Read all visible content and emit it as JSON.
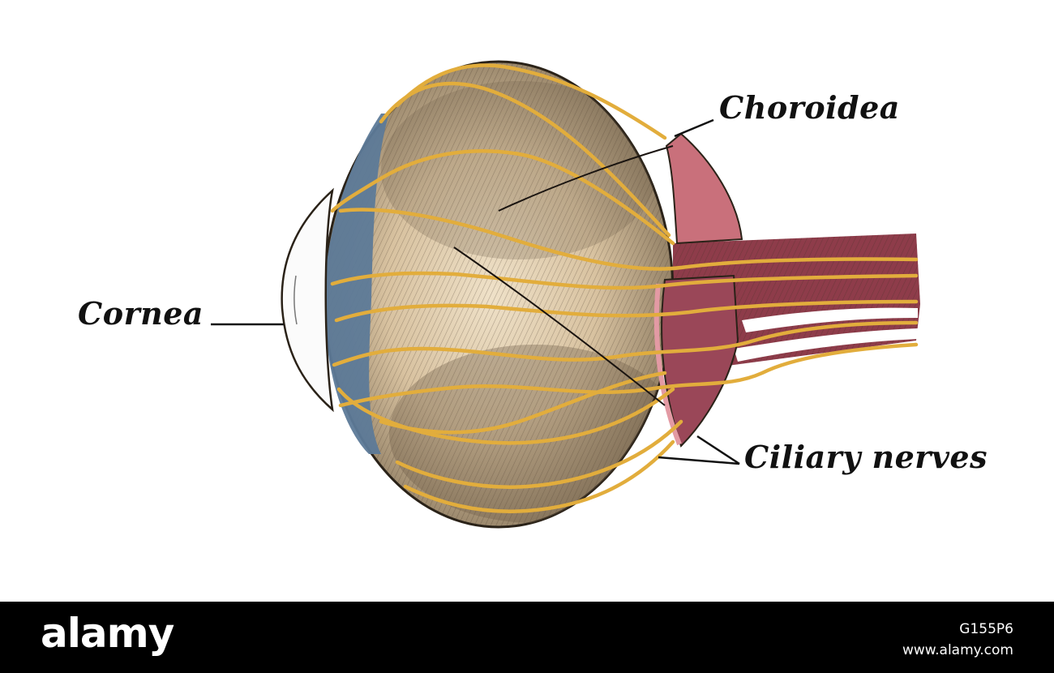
{
  "labels": {
    "cornea": "Cornea",
    "choroidea": "Choroidea",
    "ciliary_nerves": "Ciliary nerves"
  },
  "watermark": {
    "brand": "alamy",
    "image_id": "G155P6",
    "site": "www.alamy.com"
  },
  "colors": {
    "background": "#ffffff",
    "sclera_tan": "#e6d2b3",
    "cornea_blue": "#5d7a98",
    "choroid_pink": "#c9707b",
    "nerve_yellow": "#e2ad3c",
    "footer": "#000000"
  }
}
